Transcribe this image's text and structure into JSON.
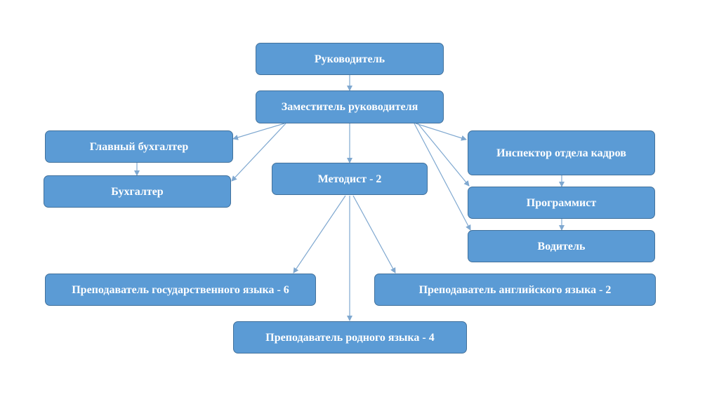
{
  "nodes": {
    "director": "Руководитель",
    "deputy": "Заместитель руководителя",
    "chief_accountant": "Главный бухгалтер",
    "accountant": "Бухгалтер",
    "methodist": "Методист - 2",
    "hr_inspector": "Инспектор отдела кадров",
    "programmer": "Программист",
    "driver": "Водитель",
    "state_lang_teacher": "Преподаватель государственного языка - 6",
    "english_teacher": "Преподаватель английского языка - 2",
    "native_lang_teacher": "Преподаватель родного языка - 4"
  },
  "edges": [
    [
      "director",
      "deputy"
    ],
    [
      "deputy",
      "chief_accountant"
    ],
    [
      "deputy",
      "accountant"
    ],
    [
      "deputy",
      "methodist"
    ],
    [
      "deputy",
      "hr_inspector"
    ],
    [
      "deputy",
      "programmer"
    ],
    [
      "deputy",
      "driver"
    ],
    [
      "chief_accountant",
      "accountant"
    ],
    [
      "hr_inspector",
      "programmer"
    ],
    [
      "programmer",
      "driver"
    ],
    [
      "methodist",
      "state_lang_teacher"
    ],
    [
      "methodist",
      "english_teacher"
    ],
    [
      "methodist",
      "native_lang_teacher"
    ]
  ],
  "colors": {
    "box_fill": "#5b9bd5",
    "box_border": "#41719c",
    "connector": "#7fa8d0",
    "text": "#ffffff"
  }
}
